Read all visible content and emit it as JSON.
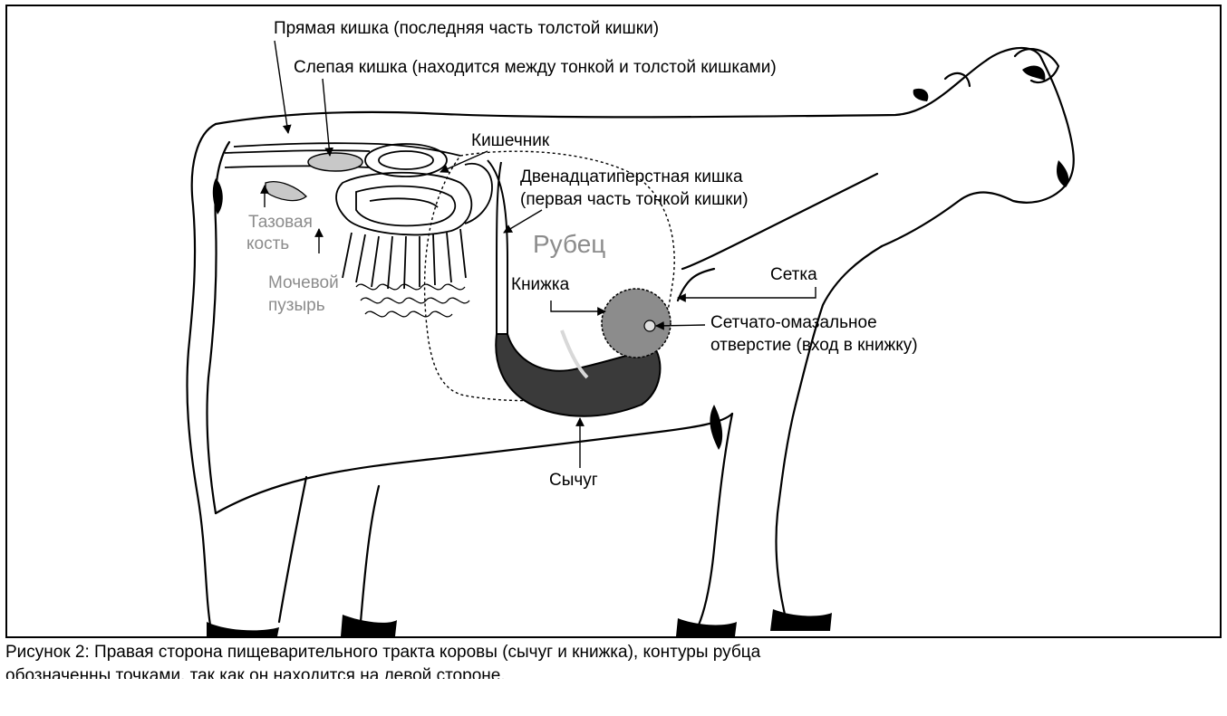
{
  "labels": {
    "rectum": "Прямая кишка (последняя часть толстой кишки)",
    "cecum": "Слепая кишка (находится между тонкой и толстой кишками)",
    "intestine": "Кишечник",
    "duodenum_line1": "Двенадцатиперстная кишка",
    "duodenum_line2": "(первая часть тонкой кишки)",
    "pelvic_line1": "Тазовая",
    "pelvic_line2": "кость",
    "rumen": "Рубец",
    "bladder_line1": "Мочевой",
    "bladder_line2": "пузырь",
    "omasum": "Книжка",
    "reticulum": "Сетка",
    "orifice_line1": "Сетчато-омазальное",
    "orifice_line2": "отверстие (вход в книжку)",
    "abomasum": "Сычуг"
  },
  "caption": {
    "line1": "Рисунок 2:  Правая сторона пищеварительного тракта коровы (сычуг и книжка), контуры рубца",
    "line2": "обозначенны точками, так как он находится на левой стороне."
  },
  "colors": {
    "outline": "#000000",
    "grey_label": "#8c8c8c",
    "abomasum_fill": "#3a3a3a",
    "omasum_fill": "#8c8c8c",
    "organ_light": "#c8c8c8"
  }
}
